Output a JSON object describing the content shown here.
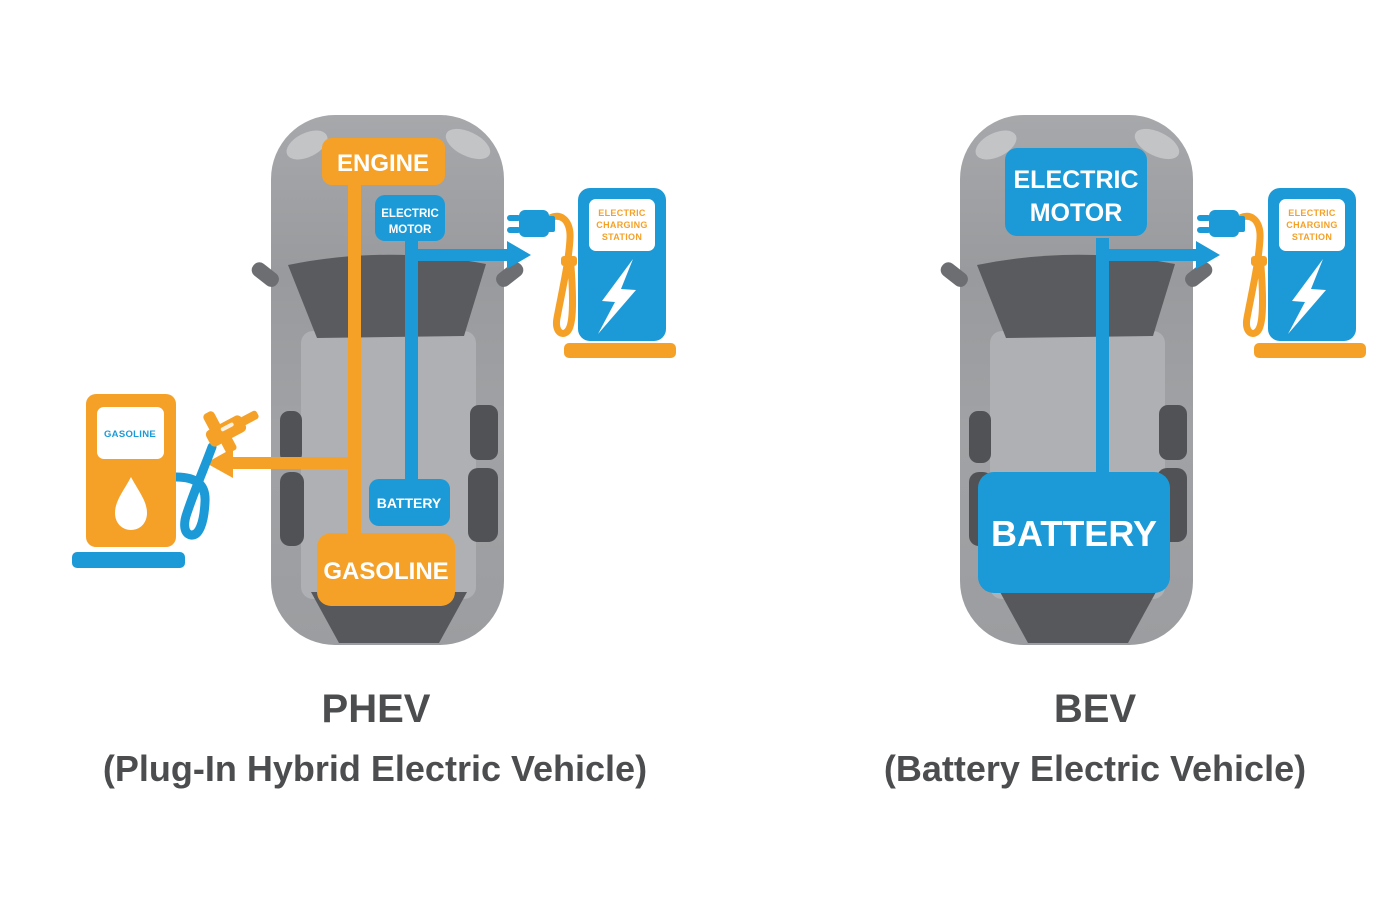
{
  "colors": {
    "orange": "#F5A128",
    "blue": "#1B9AD7",
    "car_gray": "#9B9DA1",
    "window_gray": "#5A5B5E",
    "title_gray": "#4C4D4F",
    "background": "#FFFFFF"
  },
  "phev": {
    "title": "PHEV",
    "subtitle": "(Plug-In Hybrid Electric Vehicle)",
    "engine_label": "ENGINE",
    "motor_line1": "ELECTRIC",
    "motor_line2": "MOTOR",
    "battery_label": "BATTERY",
    "gasoline_label": "GASOLINE",
    "pump_label": "GASOLINE",
    "station_line1": "ELECTRIC",
    "station_line2": "CHARGING",
    "station_line3": "STATION"
  },
  "bev": {
    "title": "BEV",
    "subtitle": "(Battery Electric Vehicle)",
    "motor_line1": "ELECTRIC",
    "motor_line2": "MOTOR",
    "battery_label": "BATTERY",
    "station_line1": "ELECTRIC",
    "station_line2": "CHARGING",
    "station_line3": "STATION"
  }
}
